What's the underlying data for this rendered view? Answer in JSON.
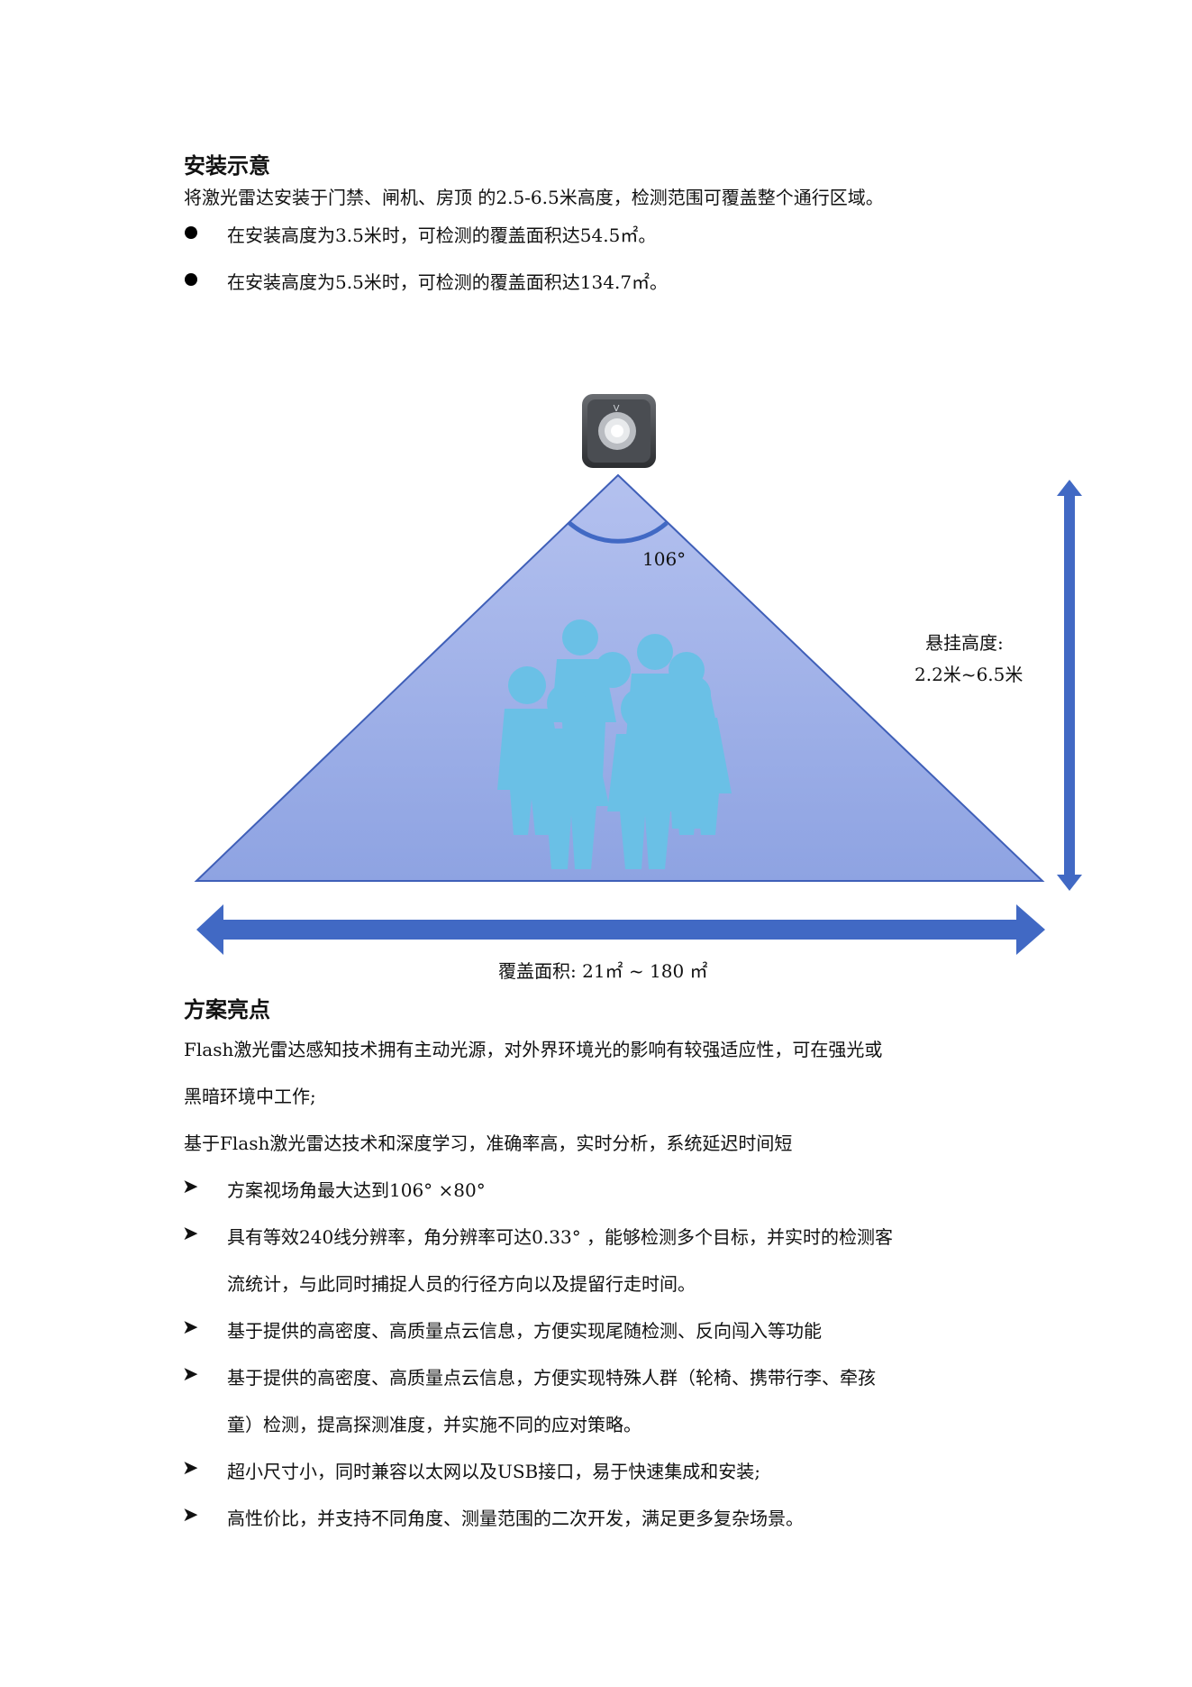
{
  "section1": {
    "title": "安装示意",
    "intro": "将激光雷达安装于门禁、闸机、房顶 的2.5-6.5米高度，检测范围可覆盖整个通行区域。",
    "bullets": [
      "在安装高度为3.5米时，可检测的覆盖面积达54.5㎡。",
      "在安装高度为5.5米时，可检测的覆盖面积达134.7㎡。"
    ]
  },
  "diagram": {
    "angle_label": "106°",
    "height_label_1": "悬挂高度:",
    "height_label_2": "2.2米~6.5米",
    "area_label": "覆盖面积: 21㎡ ~ 180 ㎡",
    "colors": {
      "triangle_top": "#aebcee",
      "triangle_bottom": "#8fa4e2",
      "arrow": "#4169c4",
      "people": "#6ac0e6"
    }
  },
  "section2": {
    "title": "方案亮点",
    "para1_line1": "Flash激光雷达感知技术拥有主动光源，对外界环境光的影响有较强适应性，可在强光或",
    "para1_line2": "黑暗环境中工作;",
    "para2": "基于Flash激光雷达技术和深度学习，准确率高，实时分析，系统延迟时间短",
    "items": [
      {
        "line1": "方案视场角最大达到106° ×80°"
      },
      {
        "line1": "具有等效240线分辨率，角分辨率可达0.33° ，能够检测多个目标，并实时的检测客",
        "line2": "流统计，与此同时捕捉人员的行径方向以及提留行走时间。"
      },
      {
        "line1": "基于提供的高密度、高质量点云信息，方便实现尾随检测、反向闯入等功能"
      },
      {
        "line1": "基于提供的高密度、高质量点云信息，方便实现特殊人群（轮椅、携带行李、牵孩",
        "line2": "童）检测，提高探测准度，并实施不同的应对策略。"
      },
      {
        "line1": "超小尺寸小，同时兼容以太网以及USB接口，易于快速集成和安装;"
      },
      {
        "line1": "高性价比，并支持不同角度、测量范围的二次开发，满足更多复杂场景。"
      }
    ]
  }
}
